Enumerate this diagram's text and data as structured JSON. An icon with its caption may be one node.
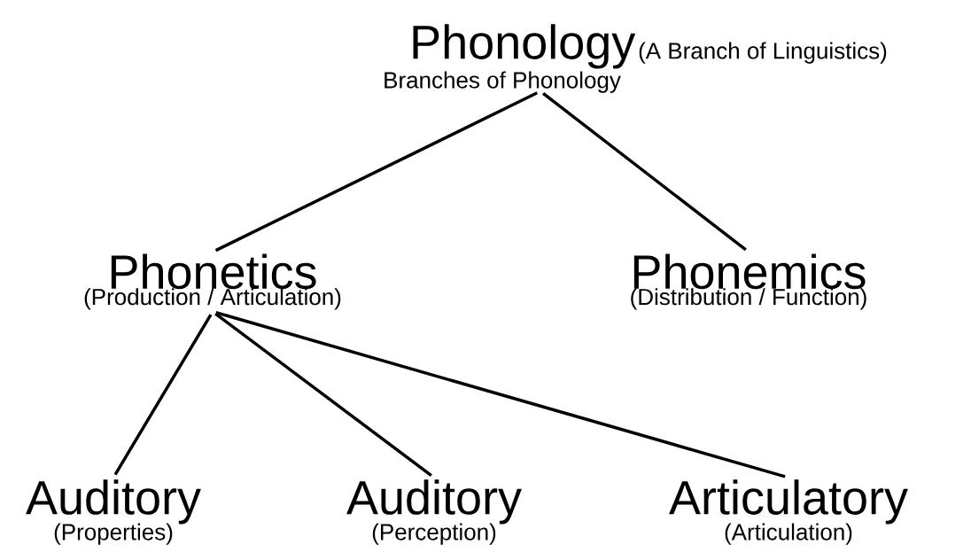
{
  "diagram": {
    "nodes": [
      {
        "text": [
          "Phonology",
          "(A Branch of Linguistics)",
          "Branches of Phonology"
        ]
      },
      {
        "text": [
          "Phonetics",
          "(Production / Articulation)"
        ]
      },
      {
        "text": [
          "Phonemics",
          "(Distribution / Function)"
        ]
      },
      {
        "text": [
          "Auditory",
          "(Properties)"
        ]
      },
      {
        "text": [
          "Auditory",
          "(Perception)"
        ]
      },
      {
        "text": [
          "Articulatory",
          "(Articulation)"
        ]
      }
    ],
    "edges": [
      {
        "from": 0,
        "to": 1,
        "arrow": "none"
      },
      {
        "from": 0,
        "to": 2,
        "arrow": "none"
      },
      {
        "from": 1,
        "to": 3,
        "arrow": "none"
      },
      {
        "from": 1,
        "to": 4,
        "arrow": "none"
      },
      {
        "from": 1,
        "to": 5,
        "arrow": "none"
      }
    ]
  }
}
